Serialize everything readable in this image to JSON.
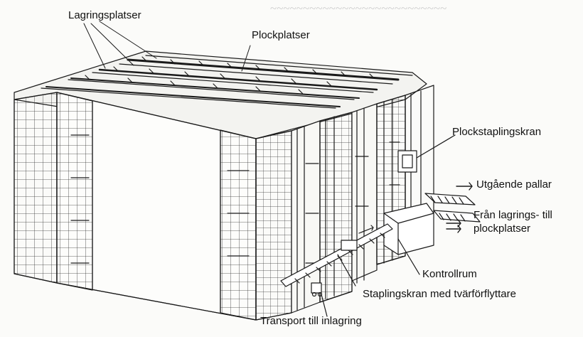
{
  "labels": {
    "lagringsplatser": "Lagringsplatser",
    "plockplatser": "Plockplatser",
    "plockstaplingskran": "Plockstaplingskran",
    "utgaende_pallar": "Utgående pallar",
    "fran_line1": "Från lagrings- till",
    "fran_line2": "plockplatser",
    "kontrollrum": "Kontrollrum",
    "staplingskran": "Staplingskran med tvärförflyttare",
    "transport": "Transport till inlagring"
  }
}
